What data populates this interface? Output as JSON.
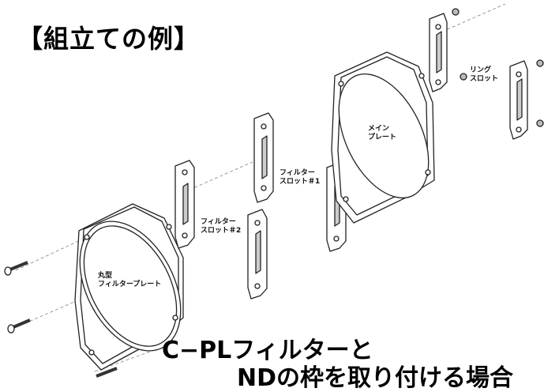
{
  "title": "【組立ての例】",
  "labels": {
    "ring_slot_1": "リング",
    "ring_slot_2": "スロット",
    "main_plate_1": "メイン",
    "main_plate_2": "プレート",
    "filter_slot1_1": "フィルター",
    "filter_slot1_2": "スロット＃1",
    "filter_slot2_1": "フィルター",
    "filter_slot2_2": "スロット＃2",
    "round_plate_1": "丸型",
    "round_plate_2": "フィルタープレート"
  },
  "caption": {
    "line1": "C−PLフィルターと",
    "line2": "NDの枠を取り付ける場合"
  }
}
